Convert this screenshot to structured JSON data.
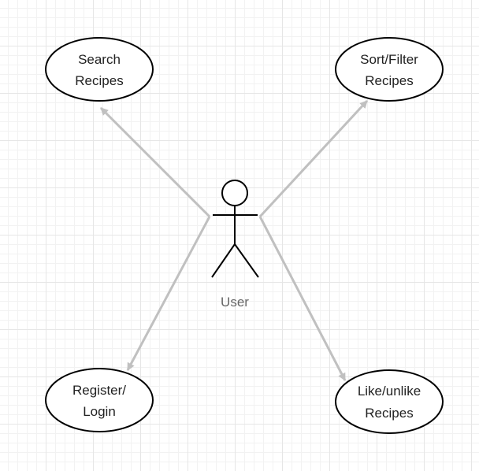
{
  "diagram": {
    "actor": {
      "label": "User"
    },
    "use_cases": {
      "search": {
        "line1": "Search",
        "line2": "Recipes"
      },
      "sort_filter": {
        "line1": "Sort/Filter",
        "line2": "Recipes"
      },
      "register_login": {
        "line1": "Register/",
        "line2": "Login"
      },
      "like_unlike": {
        "line1": "Like/unlike",
        "line2": "Recipes"
      }
    },
    "colors": {
      "connector": "#c0c0c0",
      "outline": "#000000",
      "grid": "#e6e6e6"
    }
  }
}
